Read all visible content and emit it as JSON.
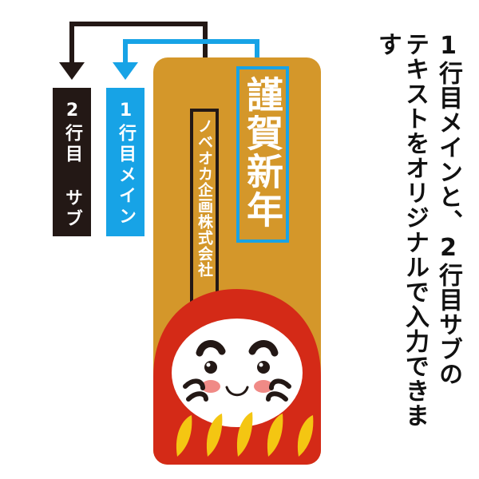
{
  "labels": {
    "sub": "2行目 サブ",
    "main": "1行目メイン"
  },
  "product": {
    "main_text": "謹賀新年",
    "sub_text": "ノベオカ企画株式会社"
  },
  "description": {
    "lines": [
      "1行目メインと、2行目サブの",
      "テキストをオリジナルで入力できます"
    ]
  },
  "colors": {
    "main_accent": "#17a3e6",
    "sub_accent": "#231815",
    "product_bg": "#d4972a",
    "daruma_red": "#d42a17",
    "daruma_yellow": "#f4c612"
  },
  "icons": [
    "daruma-icon",
    "arrow-down-icon"
  ]
}
